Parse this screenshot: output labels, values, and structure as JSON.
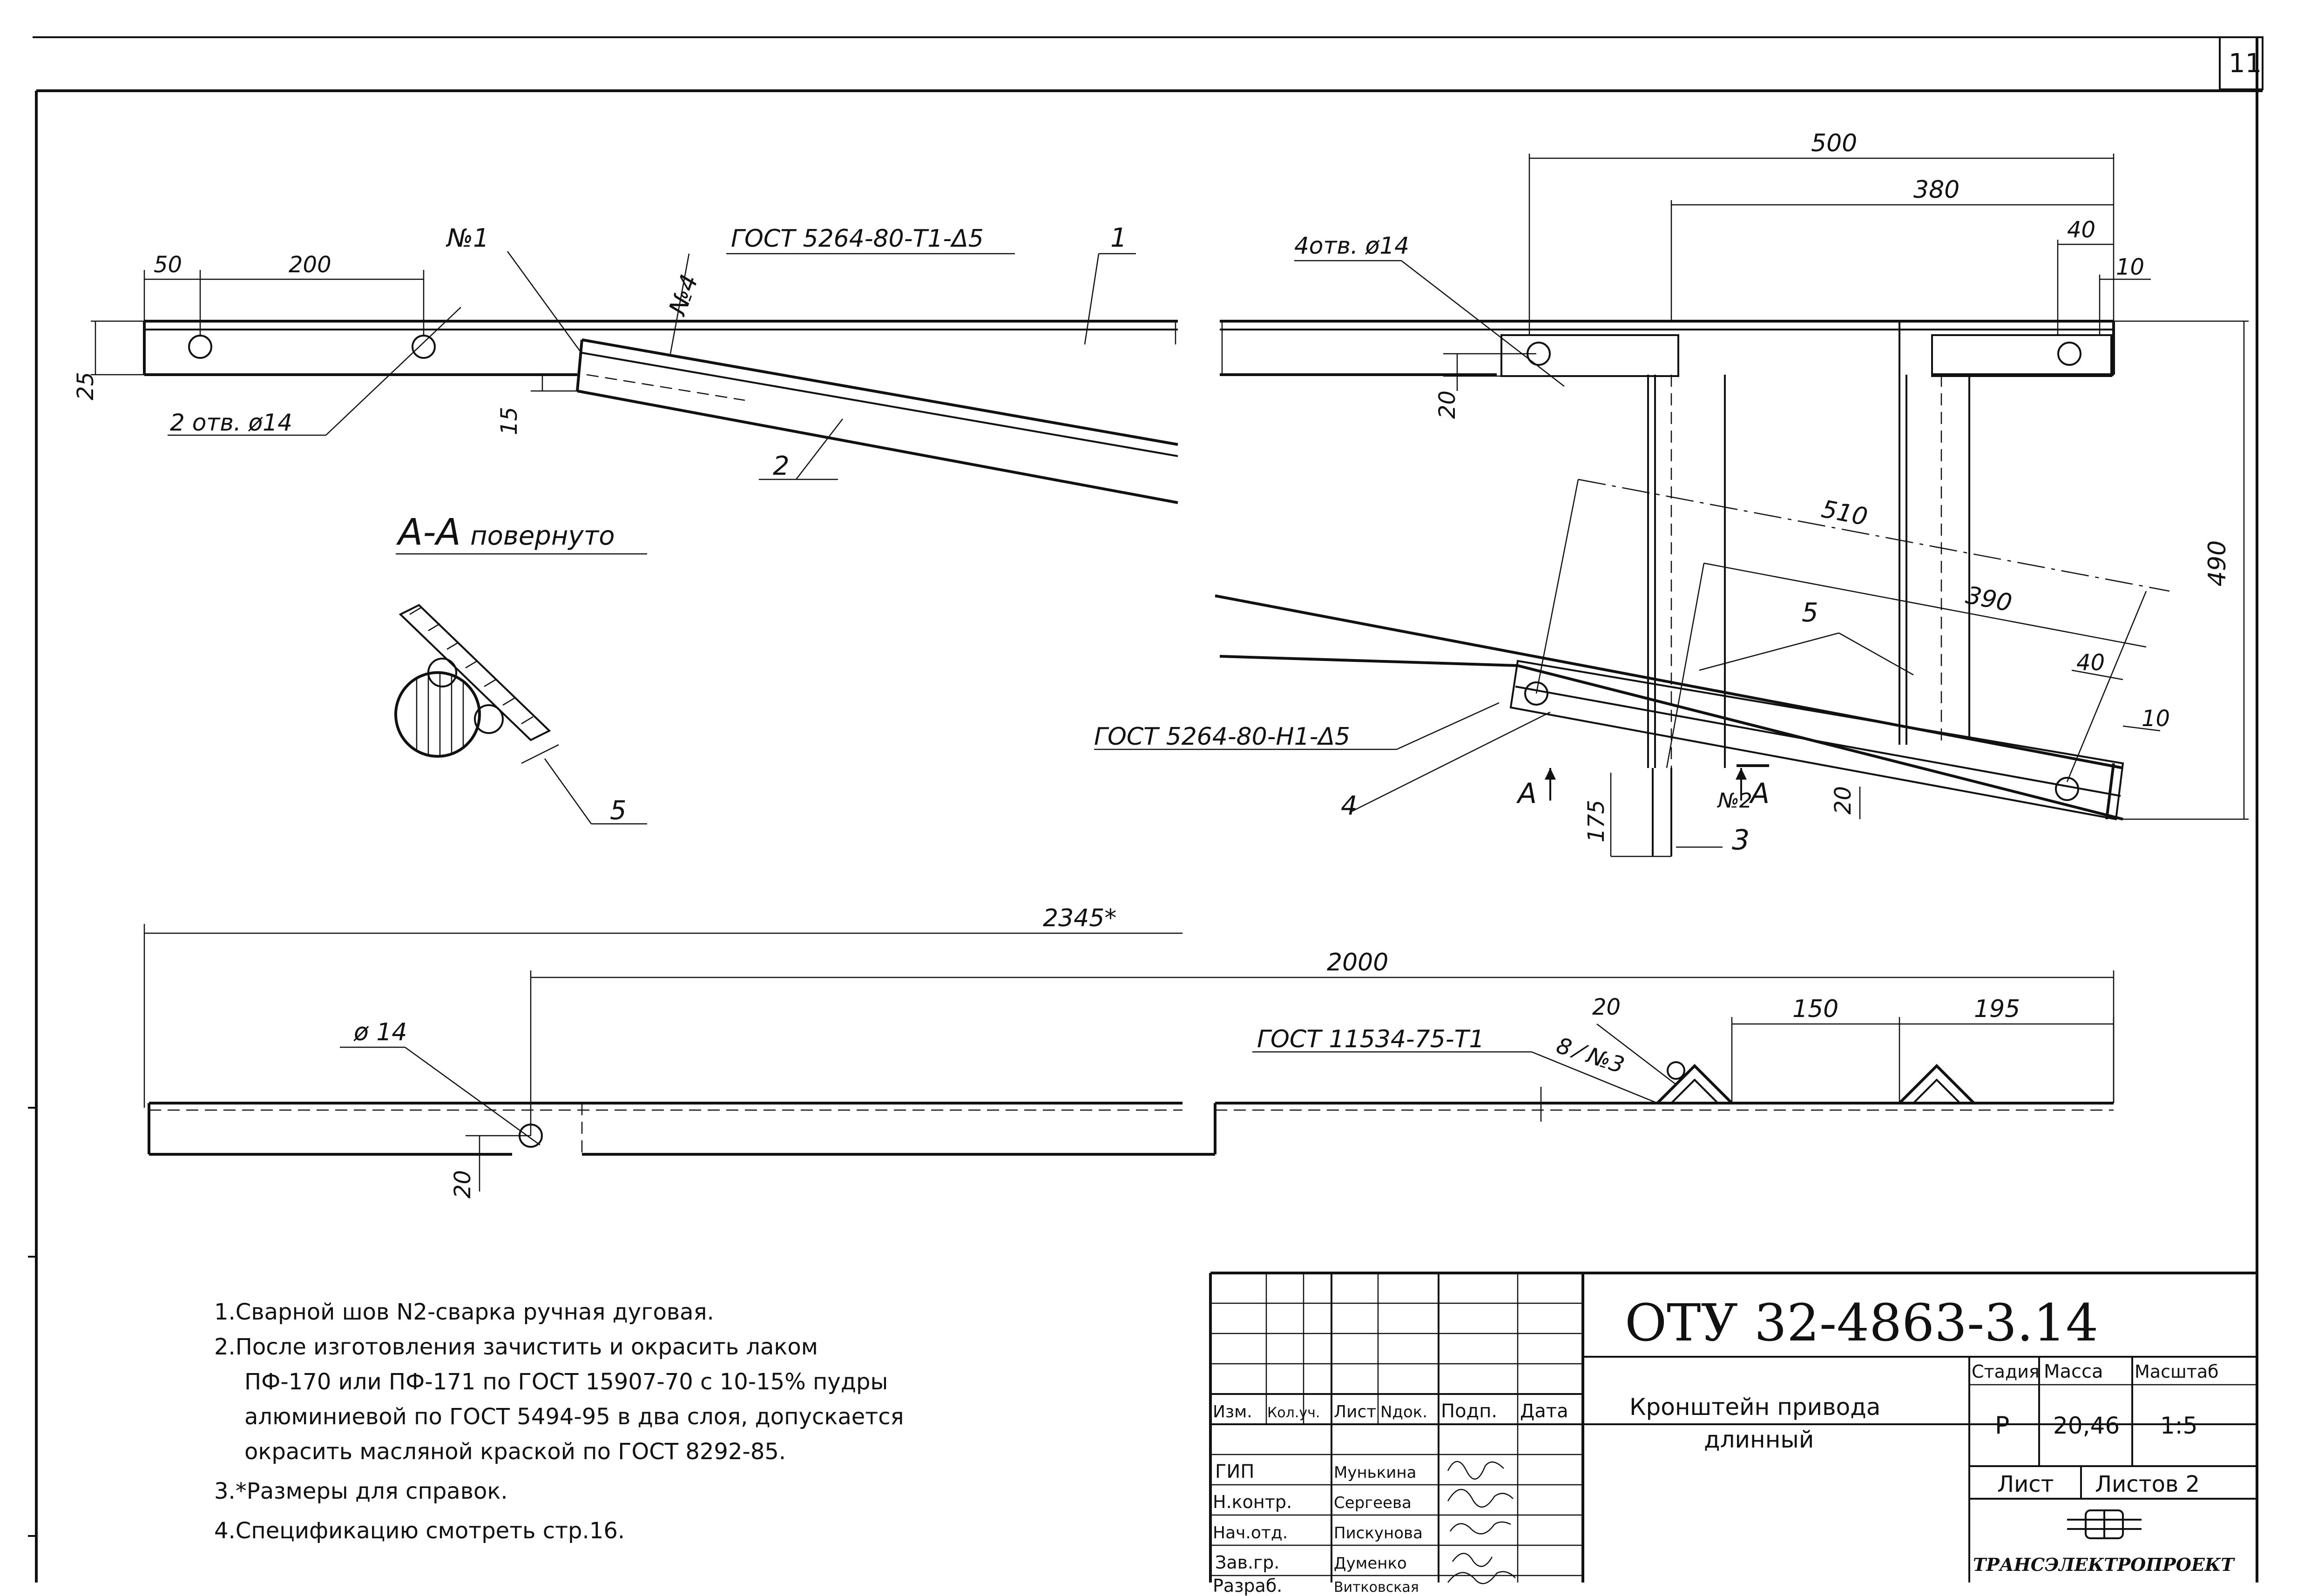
{
  "sheet_number": "11",
  "top_view": {
    "dims": [
      "50",
      "200",
      "25",
      "15"
    ],
    "holes_label": "2 отв. ø14",
    "weld_label_1": "№1",
    "weld_label_4": "№4",
    "gost_weld": "ГОСТ 5264-80-Т1-Δ5",
    "part_1": "1",
    "part_2": "2"
  },
  "section": {
    "title": "А-А",
    "title_note": "повернуто",
    "part_5": "5"
  },
  "right_view": {
    "dims": [
      "500",
      "380",
      "40",
      "10",
      "20",
      "490",
      "510",
      "390",
      "40",
      "10",
      "20",
      "175"
    ],
    "holes_label": "4отв. ø14",
    "gost_weld": "ГОСТ 5264-80-Н1-Δ5",
    "part_4": "4",
    "part_5": "5",
    "part_3": "3",
    "section_mark": "А",
    "weld_label_2": "№2"
  },
  "bottom_view": {
    "dim_total": "2345*",
    "dim_2000": "2000",
    "hole_label": "ø 14",
    "dim_20": "20",
    "gost_weld": "ГОСТ 11534-75-Т1",
    "weld_label": "8 ⁄ №3",
    "dim_20b": "20",
    "dim_150": "150",
    "dim_195": "195"
  },
  "notes": [
    "1.Сварной шов N2-сварка ручная дуговая.",
    "2.После изготовления зачистить и окрасить лаком",
    "ПФ-170 или ПФ-171 по ГОСТ 15907-70 с 10-15% пудры",
    "алюминиевой по ГОСТ 5494-95 в два слоя, допускается",
    "окрасить масляной краской по ГОСТ 8292-85.",
    "3.*Размеры для справок.",
    "4.Спецификацию смотреть стр.16."
  ],
  "title_block": {
    "doc_code": "ОТУ 32-4863-3.14",
    "headers": [
      "Изм.",
      "Кол.уч.",
      "Лист",
      "Nдок.",
      "Подп.",
      "Дата"
    ],
    "roles": [
      "ГИП",
      "Н.контр.",
      "Нач.отд.",
      "Зав.гр.",
      "Разраб."
    ],
    "names": [
      "Мунькина",
      "Сергеева",
      "Пискунова",
      "Думенко",
      "Витковская"
    ],
    "title_line1": "Кронштейн привода",
    "title_line2": "длинный",
    "stage_label": "Стадия",
    "mass_label": "Масса",
    "scale_label": "Масштаб",
    "stage": "Р",
    "mass": "20,46",
    "scale": "1:5",
    "sheet_label": "Лист",
    "sheets_label": "Листов 2",
    "org": "ТРАНСЭЛЕКТРОПРОЕКТ"
  }
}
